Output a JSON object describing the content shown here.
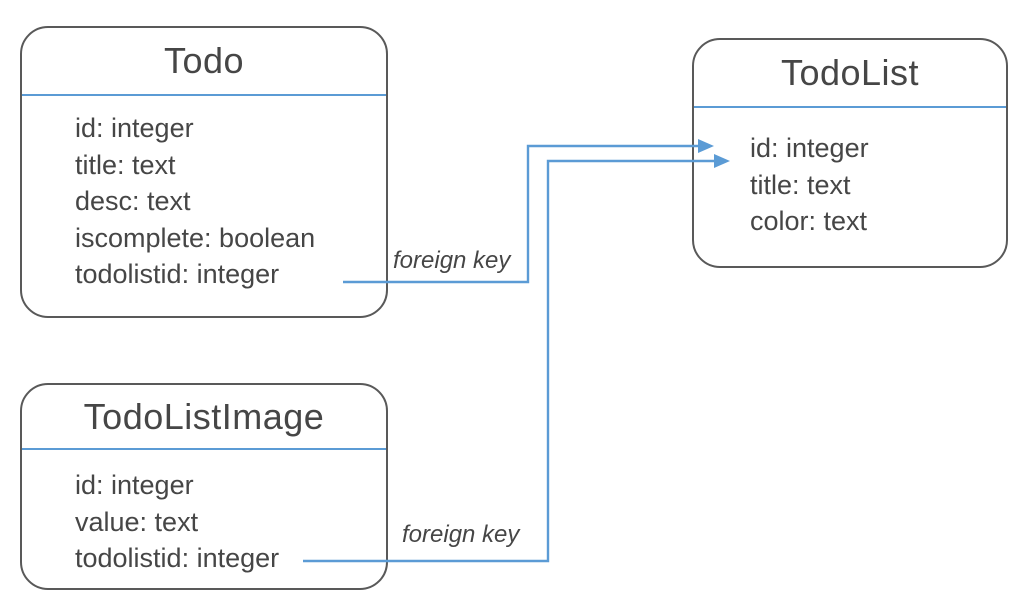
{
  "diagram": {
    "colors": {
      "accent": "#5B9BD5",
      "box_border": "#595959",
      "text": "#464646"
    },
    "entities": [
      {
        "name": "Todo",
        "fields": [
          "id: integer",
          "title: text",
          "desc: text",
          "iscomplete: boolean",
          "todolistid: integer"
        ]
      },
      {
        "name": "TodoList",
        "fields": [
          "id: integer",
          "title: text",
          "color: text"
        ]
      },
      {
        "name": "TodoListImage",
        "fields": [
          "id: integer",
          "value: text",
          "todolistid: integer"
        ]
      }
    ],
    "connections": [
      {
        "label": "foreign key",
        "from": "Todo.todolistid",
        "to": "TodoList.id"
      },
      {
        "label": "foreign key",
        "from": "TodoListImage.todolistid",
        "to": "TodoList.id"
      }
    ]
  }
}
